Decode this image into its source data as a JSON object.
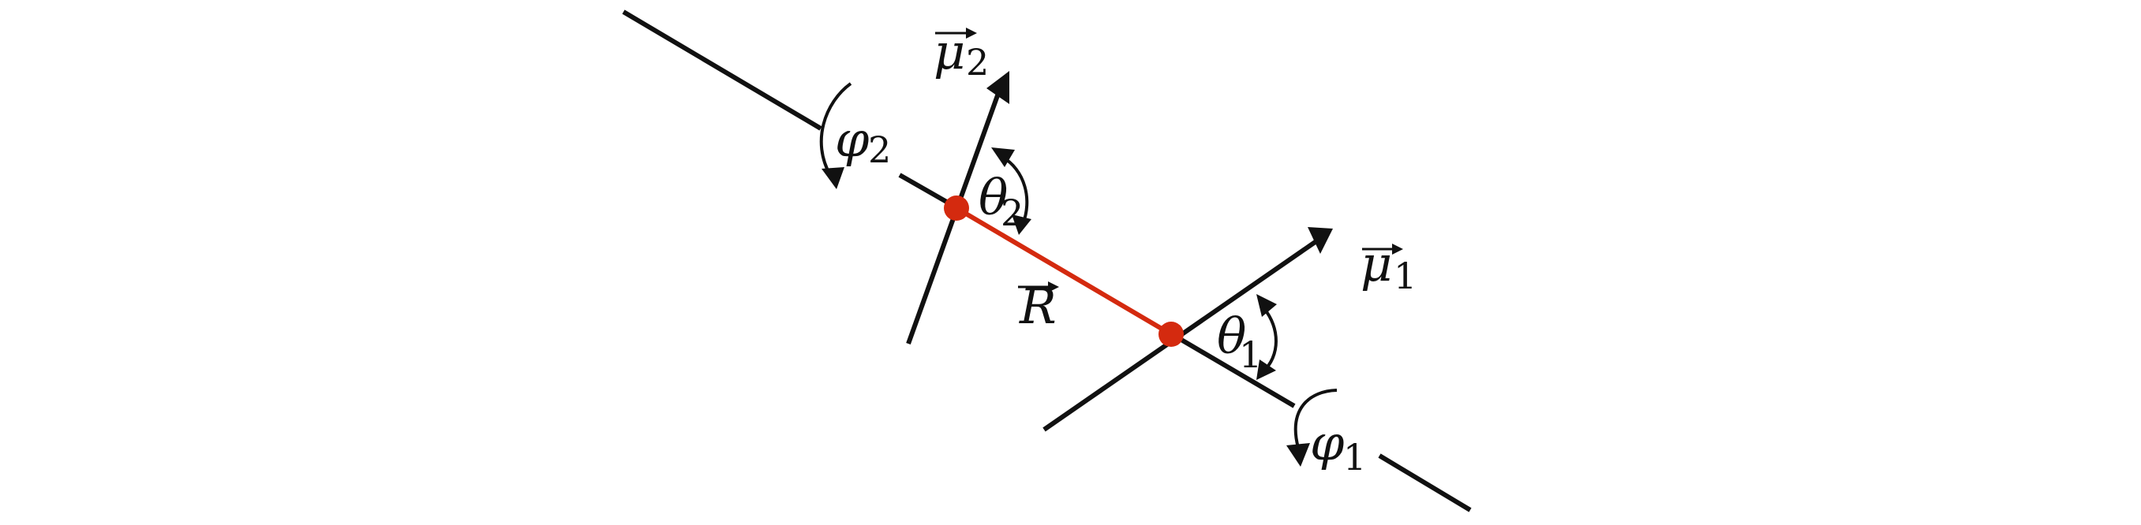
{
  "labels": {
    "mu2": {
      "symbol": "μ",
      "sub": "2"
    },
    "mu1": {
      "symbol": "μ",
      "sub": "1"
    },
    "R": {
      "symbol": "R"
    },
    "phi2": {
      "symbol": "φ",
      "sub": "2"
    },
    "phi1": {
      "symbol": "φ",
      "sub": "1"
    },
    "theta2": {
      "symbol": "θ",
      "sub": "2"
    },
    "theta1": {
      "symbol": "θ",
      "sub": "1"
    }
  },
  "colors": {
    "separation_vector": "#d42a0f",
    "lines": "#111111"
  }
}
